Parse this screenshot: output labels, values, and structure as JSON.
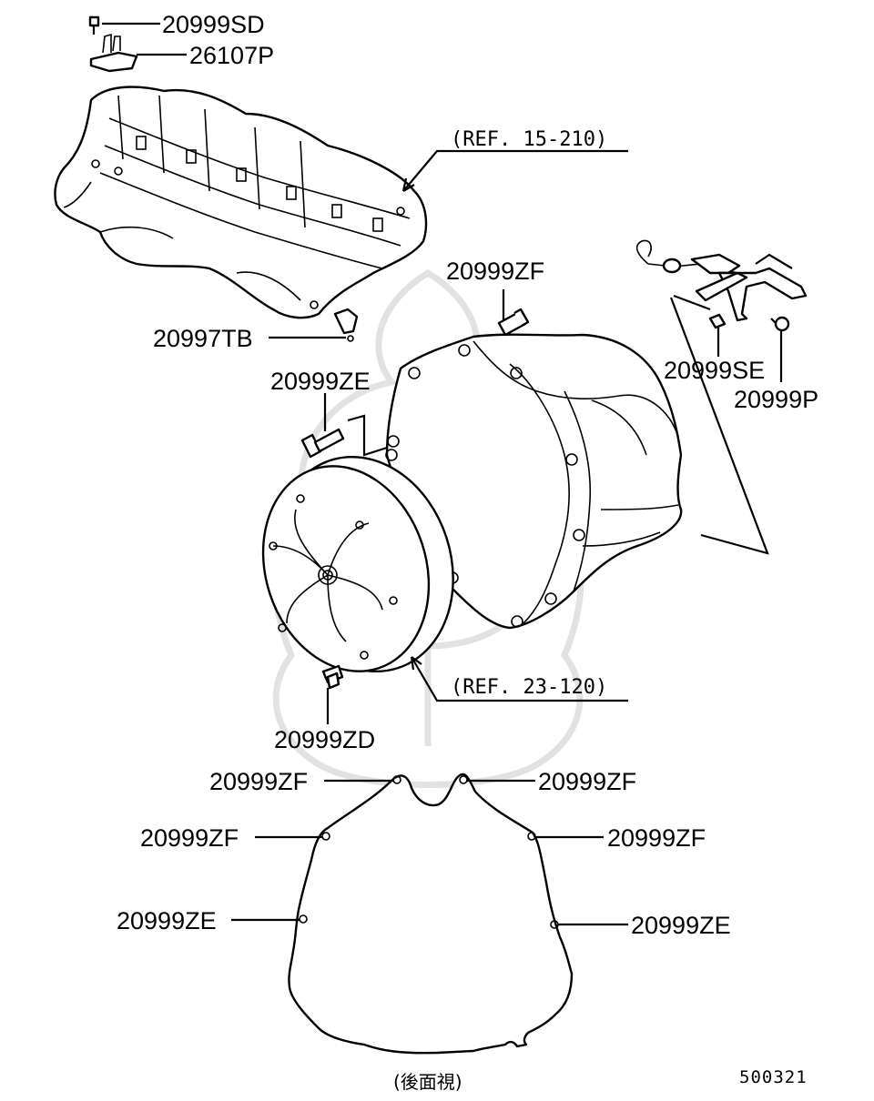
{
  "labels": {
    "bolt_sd": "20999SD",
    "bracket": "26107P",
    "clip_tb": "20997TB",
    "bolt_zf_top": "20999ZF",
    "bolt_ze_top": "20999ZE",
    "bolt_se": "20999SE",
    "bolt_p": "20999P",
    "bolt_zd": "20999ZD",
    "ref_manifold": "(REF. 15-210)",
    "ref_converter": "(REF. 23-120)",
    "rear_zf_upper_left": "20999ZF",
    "rear_zf_upper_right": "20999ZF",
    "rear_zf_lower_left": "20999ZF",
    "rear_zf_lower_right": "20999ZF",
    "rear_ze_left": "20999ZE",
    "rear_ze_right": "20999ZE",
    "view_caption": "(後面視)",
    "diagram_code": "500321"
  }
}
